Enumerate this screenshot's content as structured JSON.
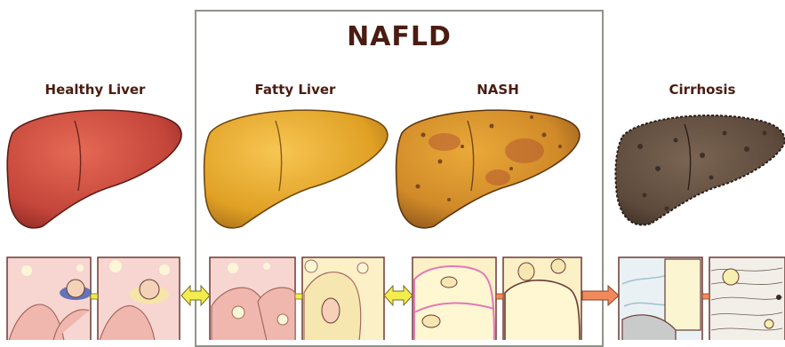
{
  "group_title": "NAFLD",
  "stages": [
    {
      "label": "Healthy Liver"
    },
    {
      "label": "Fatty Liver"
    },
    {
      "label": "NASH"
    },
    {
      "label": "Cirrhosis"
    }
  ],
  "colors": {
    "healthy_liver": "#c4453a",
    "fatty_liver": "#e0a024",
    "nash_liver": "#d08a28",
    "cirrhosis_liver": "#5e4a3c",
    "box_border": "#8f9489",
    "label_text": "#4a1d12",
    "arrow_yellow": "#f3ec4f",
    "arrow_orange": "#f08a5d"
  }
}
